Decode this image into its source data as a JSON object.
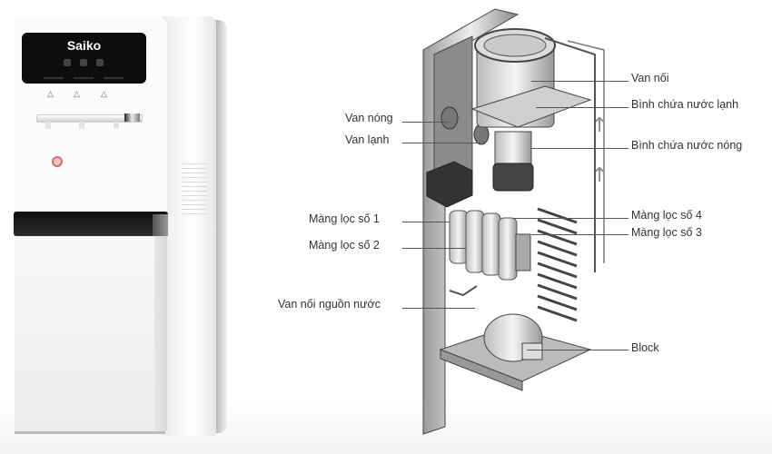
{
  "product": {
    "brand": "Saiko",
    "panel_buttons": [
      "hot-button",
      "lock-button",
      "cold-button"
    ],
    "tap_icons": [
      "hot-tap",
      "normal-tap",
      "cold-tap"
    ],
    "colors": {
      "body": "#f7f7f7",
      "panel": "#0d0d0d",
      "safety": "#e06a6a"
    }
  },
  "diagram": {
    "labels_left": [
      {
        "text": "Van nóng"
      },
      {
        "text": "Van lạnh"
      },
      {
        "text": "Màng lọc số 1"
      },
      {
        "text": "Màng lọc số 2"
      },
      {
        "text": "Van nối nguồn nước"
      }
    ],
    "labels_right": [
      {
        "text": "Van nối"
      },
      {
        "text": "Bình chứa nước lạnh"
      },
      {
        "text": "Bình chứa nước nóng"
      },
      {
        "text": "Màng lọc số 4"
      },
      {
        "text": "Màng lọc số 3"
      },
      {
        "text": "Block"
      }
    ]
  }
}
